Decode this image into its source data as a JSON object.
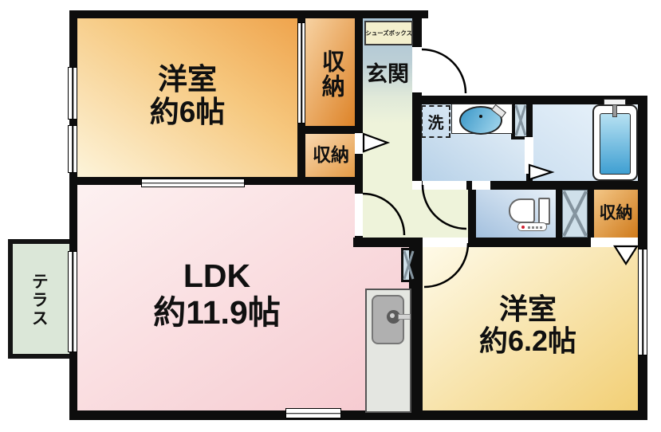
{
  "plan": {
    "type": "floorplan",
    "rooms": {
      "bedroom1": {
        "name": "洋室",
        "size": "約6帖"
      },
      "ldk": {
        "name": "LDK",
        "size": "約11.9帖"
      },
      "bedroom2": {
        "name": "洋室",
        "size": "約6.2帖"
      },
      "entrance": {
        "name": "玄関"
      },
      "shoe_box": {
        "name": "シューズボックス"
      },
      "laundry": {
        "name": "洗"
      },
      "terrace": {
        "name": "テラス"
      },
      "storage_top": {
        "name": "収納"
      },
      "storage_mid": {
        "name": "収納"
      },
      "storage_right": {
        "name": "収納"
      }
    },
    "icons": [
      "bathtub-icon",
      "washbasin-icon",
      "toilet-icon",
      "kitchen-sink-icon",
      "door-swing-arc",
      "door-direction-triangle",
      "pipe-shaft-x",
      "window-symbol"
    ],
    "colors": {
      "wall": "#0d0d0d",
      "bedroom1_fill_light": "#fdf4da",
      "bedroom1_fill_dark": "#efa44d",
      "bedroom2_fill_light": "#fefae8",
      "bedroom2_fill_dark": "#f2cf75",
      "ldk_fill_light": "#fdf1f1",
      "ldk_fill_dark": "#f6c9cf",
      "storage_fill_light": "#f7d2a2",
      "storage_fill_dark": "#dd8226",
      "entrance_fill": "#a9c4d5",
      "hallway_fill": "#eef3da",
      "washroom_fill": "#b7d1e8",
      "bathroom_fill": "#ccdff0",
      "toilet_fill": "#a3c0de",
      "terrace_fill": "#dbe7d8",
      "shaft_fill": "#cfe0ea",
      "water_blue": "#3f9fd2",
      "shoebox_fill": "#f3efcd"
    }
  }
}
